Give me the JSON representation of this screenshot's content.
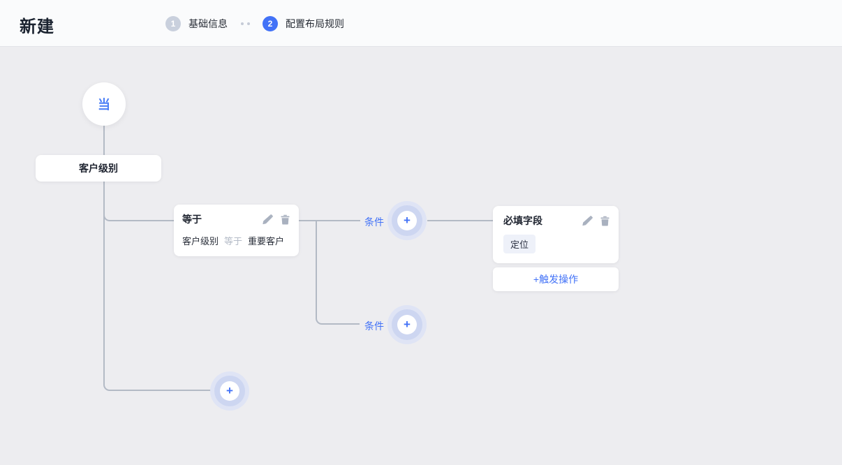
{
  "header": {
    "title": "新建",
    "steps": [
      {
        "number": "1",
        "label": "基础信息",
        "active": false
      },
      {
        "number": "2",
        "label": "配置布局规则",
        "active": true
      }
    ]
  },
  "canvas": {
    "trigger_node": {
      "label": "当"
    },
    "field_node": {
      "label": "客户级别"
    },
    "condition_card": {
      "title": "等于",
      "field": "客户级别",
      "operator": "等于",
      "value": "重要客户"
    },
    "condition_label_1": "条件",
    "condition_label_2": "条件",
    "action_card": {
      "title": "必填字段",
      "tags": [
        "定位"
      ]
    },
    "trigger_action_button": {
      "label": "+触发操作"
    },
    "plus_icon": "+"
  },
  "colors": {
    "accent_blue": "#4272f7",
    "line_gray": "#b3bac5",
    "canvas_bg": "#ededf0",
    "step_inactive": "#c9d0dd",
    "halo_outer": "#dfe4f5",
    "halo_mid": "#cdd6f1"
  }
}
